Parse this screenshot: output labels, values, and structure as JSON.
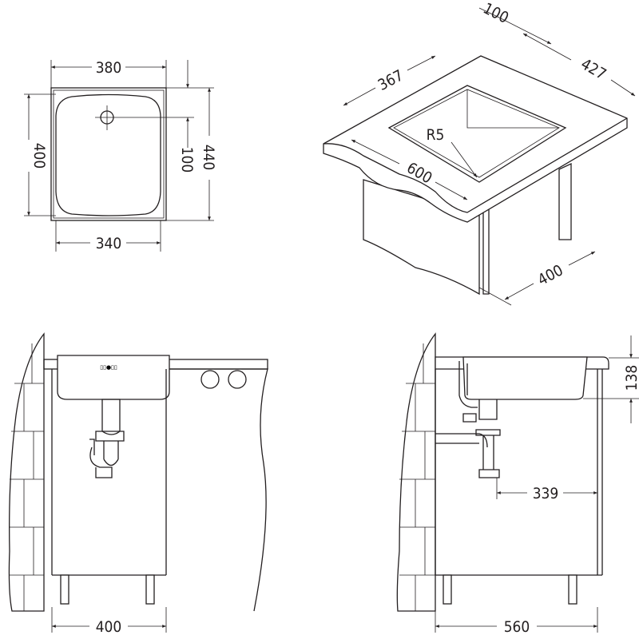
{
  "top_view": {
    "width_outer": "380",
    "depth_bowl": "400",
    "drain_offset": "100",
    "depth_outer": "440",
    "width_bowl": "340"
  },
  "iso_view": {
    "top_edge": "100",
    "side_depth": "427",
    "bowl_width": "367",
    "radius": "R5",
    "countertop_depth": "600",
    "cabinet_depth": "400"
  },
  "front_view": {
    "cabinet_width": "400"
  },
  "side_view": {
    "bowl_depth": "138",
    "drain_distance": "339",
    "cabinet_depth": "560"
  },
  "colors": {
    "line": "#231f20",
    "background": "#ffffff"
  }
}
